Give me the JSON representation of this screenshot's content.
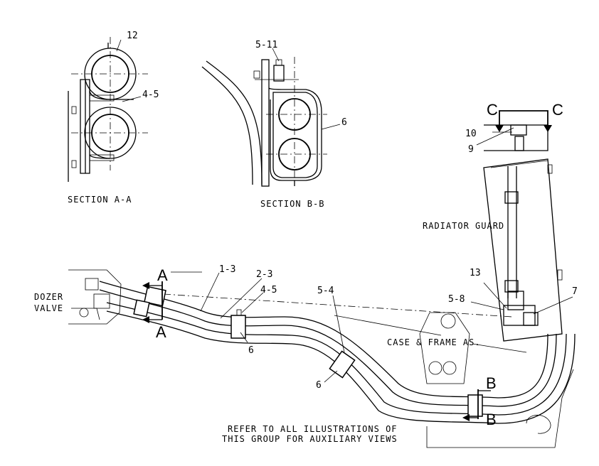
{
  "sections": {
    "a_title": "SECTION A-A",
    "b_title": "SECTION B-B"
  },
  "callouts": {
    "c12": "12",
    "c4_5_top": "4-5",
    "c5_11": "5-11",
    "c6_b": "6",
    "c10": "10",
    "c9": "9",
    "c1_3": "1-3",
    "c2_3": "2-3",
    "c4_5": "4-5",
    "c5_4": "5-4",
    "c6_mid": "6",
    "c6_low": "6",
    "c13": "13",
    "c5_8": "5-8",
    "c7": "7"
  },
  "markers": {
    "c_left": "C",
    "c_right": "C",
    "a_top": "A",
    "a_bottom": "A",
    "b_top": "B",
    "b_bottom": "B"
  },
  "labels": {
    "dozer_line1": "DOZER",
    "dozer_line2": "VALVE",
    "radiator_guard": "RADIATOR GUARD",
    "case_frame": "CASE & FRAME AS."
  },
  "note": {
    "line1": "REFER TO ALL ILLUSTRATIONS OF",
    "line2": "THIS GROUP FOR AUXILIARY VIEWS"
  }
}
